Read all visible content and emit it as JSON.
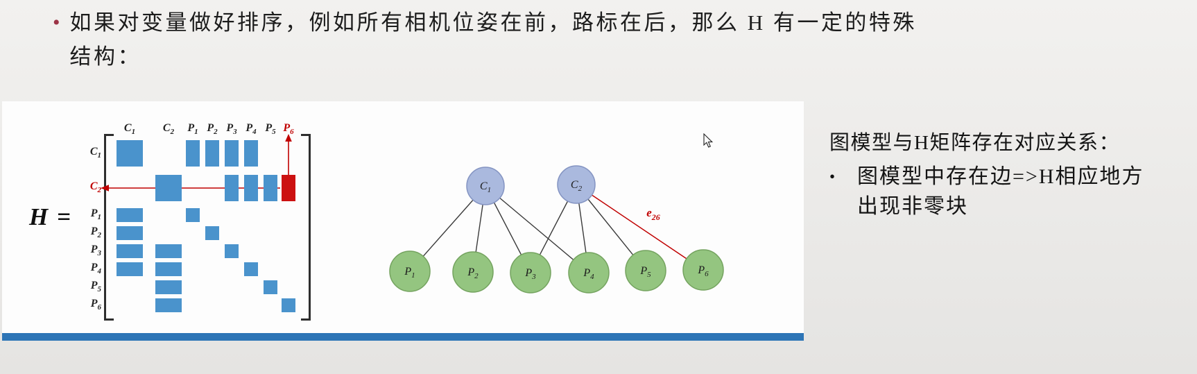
{
  "slide": {
    "bullet_line1": "如果对变量做好排序，例如所有相机位姿在前，路标在后，那么 H 有一定的特殊",
    "bullet_line2": "结构："
  },
  "figure": {
    "h_label": "H =",
    "matrix": {
      "col_labels": [
        "C1",
        "C2",
        "P1",
        "P2",
        "P3",
        "P4",
        "P5",
        "P6"
      ],
      "row_labels": [
        "C1",
        "C2",
        "P1",
        "P2",
        "P3",
        "P4",
        "P5",
        "P6"
      ],
      "red_col_label": "P6",
      "red_row_label": "C2",
      "cells": [
        {
          "row": "C1",
          "col": "C1",
          "color": "blue"
        },
        {
          "row": "C1",
          "col": "P1",
          "color": "blue"
        },
        {
          "row": "C1",
          "col": "P2",
          "color": "blue"
        },
        {
          "row": "C1",
          "col": "P3",
          "color": "blue"
        },
        {
          "row": "C1",
          "col": "P4",
          "color": "blue"
        },
        {
          "row": "C2",
          "col": "C2",
          "color": "blue"
        },
        {
          "row": "C2",
          "col": "P3",
          "color": "blue"
        },
        {
          "row": "C2",
          "col": "P4",
          "color": "blue"
        },
        {
          "row": "C2",
          "col": "P5",
          "color": "blue"
        },
        {
          "row": "C2",
          "col": "P6",
          "color": "red"
        },
        {
          "row": "P1",
          "col": "C1",
          "color": "blue"
        },
        {
          "row": "P1",
          "col": "P1",
          "color": "blue"
        },
        {
          "row": "P2",
          "col": "C1",
          "color": "blue"
        },
        {
          "row": "P2",
          "col": "P2",
          "color": "blue"
        },
        {
          "row": "P3",
          "col": "C1",
          "color": "blue"
        },
        {
          "row": "P3",
          "col": "C2",
          "color": "blue"
        },
        {
          "row": "P3",
          "col": "P3",
          "color": "blue"
        },
        {
          "row": "P4",
          "col": "C1",
          "color": "blue"
        },
        {
          "row": "P4",
          "col": "C2",
          "color": "blue"
        },
        {
          "row": "P4",
          "col": "P4",
          "color": "blue"
        },
        {
          "row": "P5",
          "col": "C2",
          "color": "blue"
        },
        {
          "row": "P5",
          "col": "P5",
          "color": "blue"
        },
        {
          "row": "P6",
          "col": "C2",
          "color": "blue"
        },
        {
          "row": "P6",
          "col": "P6",
          "color": "blue"
        }
      ]
    },
    "graph": {
      "camera_nodes": [
        "C1",
        "C2"
      ],
      "point_nodes": [
        "P1",
        "P2",
        "P3",
        "P4",
        "P5",
        "P6"
      ],
      "edges": [
        [
          "C1",
          "P1"
        ],
        [
          "C1",
          "P2"
        ],
        [
          "C1",
          "P3"
        ],
        [
          "C1",
          "P4"
        ],
        [
          "C2",
          "P3"
        ],
        [
          "C2",
          "P4"
        ],
        [
          "C2",
          "P5"
        ]
      ],
      "red_edge": {
        "from": "C2",
        "to": "P6",
        "label": "e26"
      }
    },
    "colors": {
      "block_blue": "#4a93cc",
      "block_red": "#cc1111",
      "camera_node_fill": "#aab9de",
      "camera_node_stroke": "#8494c2",
      "point_node_fill": "#94c580",
      "point_node_stroke": "#74a35f",
      "red_accent": "#c00000",
      "bottom_bar": "#2e75b6"
    }
  },
  "right_panel": {
    "heading": "图模型与H矩阵存在对应关系：",
    "bullet_line1": "图模型中存在边=>H相应地方",
    "bullet_line2": "出现非零块"
  }
}
